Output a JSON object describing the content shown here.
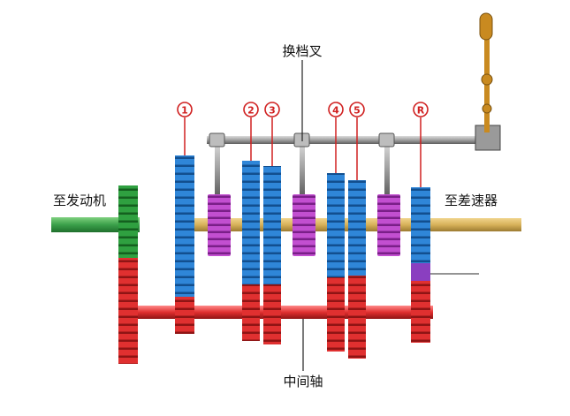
{
  "labels": {
    "shift_fork": "换档叉",
    "to_engine": "至发动机",
    "to_differential": "至差速器",
    "countershaft": "中间轴"
  },
  "gear_markers": [
    "1",
    "2",
    "3",
    "4",
    "5",
    "R"
  ],
  "colors": {
    "input_gear": "#2fa040",
    "main_gears": "#2f86d8",
    "counter_gears": "#e03030",
    "synchronizers": "#c24fd0",
    "reverse_idler": "#8a3fc0",
    "output_shaft": "#d8b25a",
    "shift_rail": "#9a9a9a",
    "lever_knob": "#c98a20",
    "marker_ring": "#d02020"
  }
}
